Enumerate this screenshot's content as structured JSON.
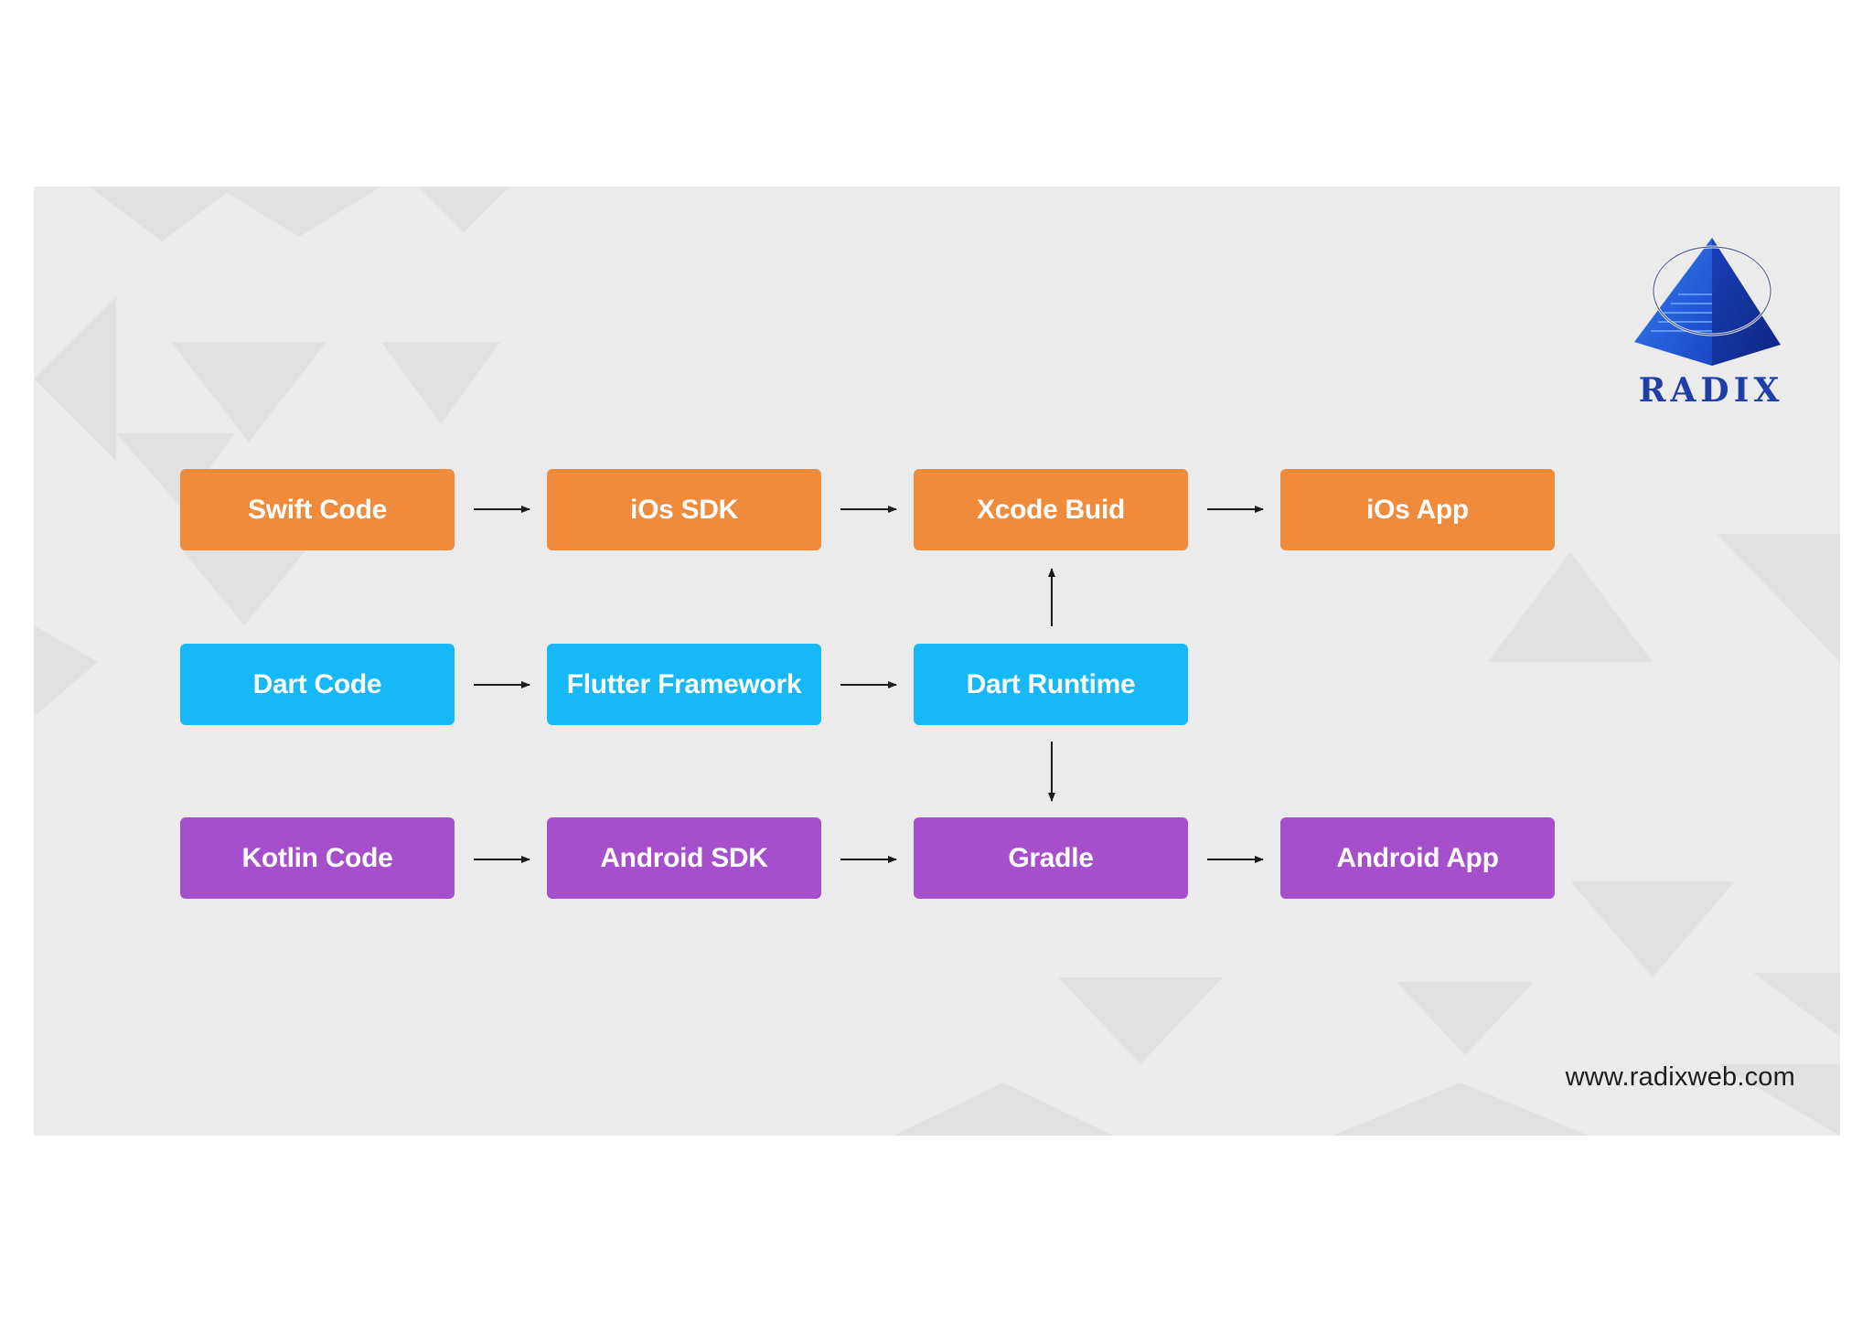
{
  "diagram": {
    "rows": {
      "ios": [
        "Swift Code",
        "iOs SDK",
        "Xcode Buid",
        "iOs App"
      ],
      "flutter": [
        "Dart Code",
        "Flutter Framework",
        "Dart Runtime"
      ],
      "android": [
        "Kotlin Code",
        "Android SDK",
        "Gradle",
        "Android App"
      ]
    },
    "edges": [
      [
        "Swift Code",
        "iOs SDK"
      ],
      [
        "iOs SDK",
        "Xcode Buid"
      ],
      [
        "Xcode Buid",
        "iOs App"
      ],
      [
        "Dart Code",
        "Flutter Framework"
      ],
      [
        "Flutter Framework",
        "Dart Runtime"
      ],
      [
        "Dart Runtime",
        "Xcode Buid"
      ],
      [
        "Dart Runtime",
        "Gradle"
      ],
      [
        "Kotlin Code",
        "Android SDK"
      ],
      [
        "Android SDK",
        "Gradle"
      ],
      [
        "Gradle",
        "Android App"
      ]
    ],
    "colors": {
      "ios": "#ef8b3b",
      "flutter": "#17b8f7",
      "android": "#a54fcd"
    }
  },
  "branding": {
    "logo_text": "RADIX",
    "logo_icon": "pyramid-globe-logo",
    "url": "www.radixweb.com"
  }
}
